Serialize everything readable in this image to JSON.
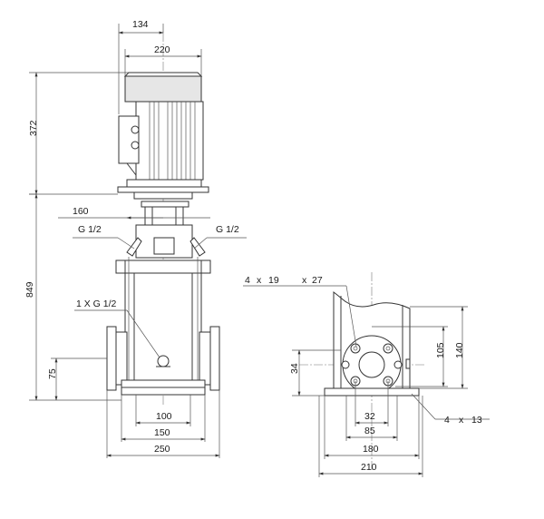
{
  "front_view": {
    "dim_134": "134",
    "dim_220": "220",
    "dim_372": "372",
    "dim_160": "160",
    "port_left": "G 1/2",
    "port_right": "G 1/2",
    "dim_849": "849",
    "drain_port": "1 X G 1/2",
    "dim_75": "75",
    "dim_100": "100",
    "dim_150": "150",
    "dim_250": "250"
  },
  "side_view": {
    "bolt_qty": "4",
    "bolt_x1": "x",
    "bolt_d1": "19",
    "bolt_x2": "x",
    "bolt_d2": "27",
    "dim_105": "105",
    "dim_140": "140",
    "dim_34": "34",
    "dim_32": "32",
    "dim_85": "85",
    "dim_180": "180",
    "dim_210": "210",
    "base_hole_qty": "4",
    "base_hole_x": "x",
    "base_hole_d": "13"
  }
}
